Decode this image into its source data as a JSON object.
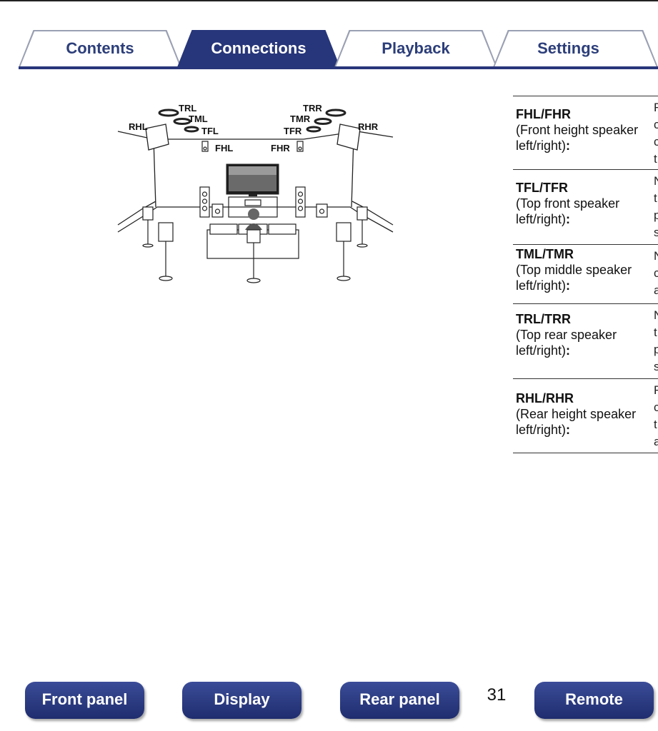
{
  "tabs": [
    {
      "label": "Contents",
      "active": false
    },
    {
      "label": "Connections",
      "active": true
    },
    {
      "label": "Playback",
      "active": false
    },
    {
      "label": "Settings",
      "active": false
    }
  ],
  "diagram": {
    "labels": {
      "rhl": "RHL",
      "trl": "TRL",
      "tml": "TML",
      "tfl": "TFL",
      "fhl": "FHL",
      "trr": "TRR",
      "tmr": "TMR",
      "tfr": "TFR",
      "fhr": "FHR",
      "rhr": "RHR"
    }
  },
  "speaker_table": [
    {
      "code": "FHL/FHR",
      "desc": "(Front height speaker",
      "desc2": "left/right)",
      "colon": ":",
      "right": [
        "F",
        "c",
        "c",
        "t"
      ]
    },
    {
      "code": "TFL/TFR",
      "desc": "(Top front speaker",
      "desc2": "left/right)",
      "colon": ":",
      "right": [
        "N",
        "t",
        "p",
        "s"
      ]
    },
    {
      "code": "TML/TMR",
      "desc": "(Top middle speaker",
      "desc2": "left/right)",
      "colon": ":",
      "right": [
        "N",
        "c",
        "a"
      ]
    },
    {
      "code": "TRL/TRR",
      "desc": "(Top rear speaker",
      "desc2": "left/right)",
      "colon": ":",
      "right": [
        "N",
        "t",
        "p",
        "s"
      ]
    },
    {
      "code": "RHL/RHR",
      "desc": "(Rear height speaker",
      "desc2": "left/right)",
      "colon": ":",
      "right": [
        "F",
        "c",
        "t",
        "a"
      ]
    }
  ],
  "bottom_nav": {
    "front_panel": "Front panel",
    "display": "Display",
    "rear_panel": "Rear panel",
    "page_number": "31",
    "remote": "Remote"
  },
  "colors": {
    "accent": "#27367a",
    "tab_border": "#9aa0b3"
  }
}
